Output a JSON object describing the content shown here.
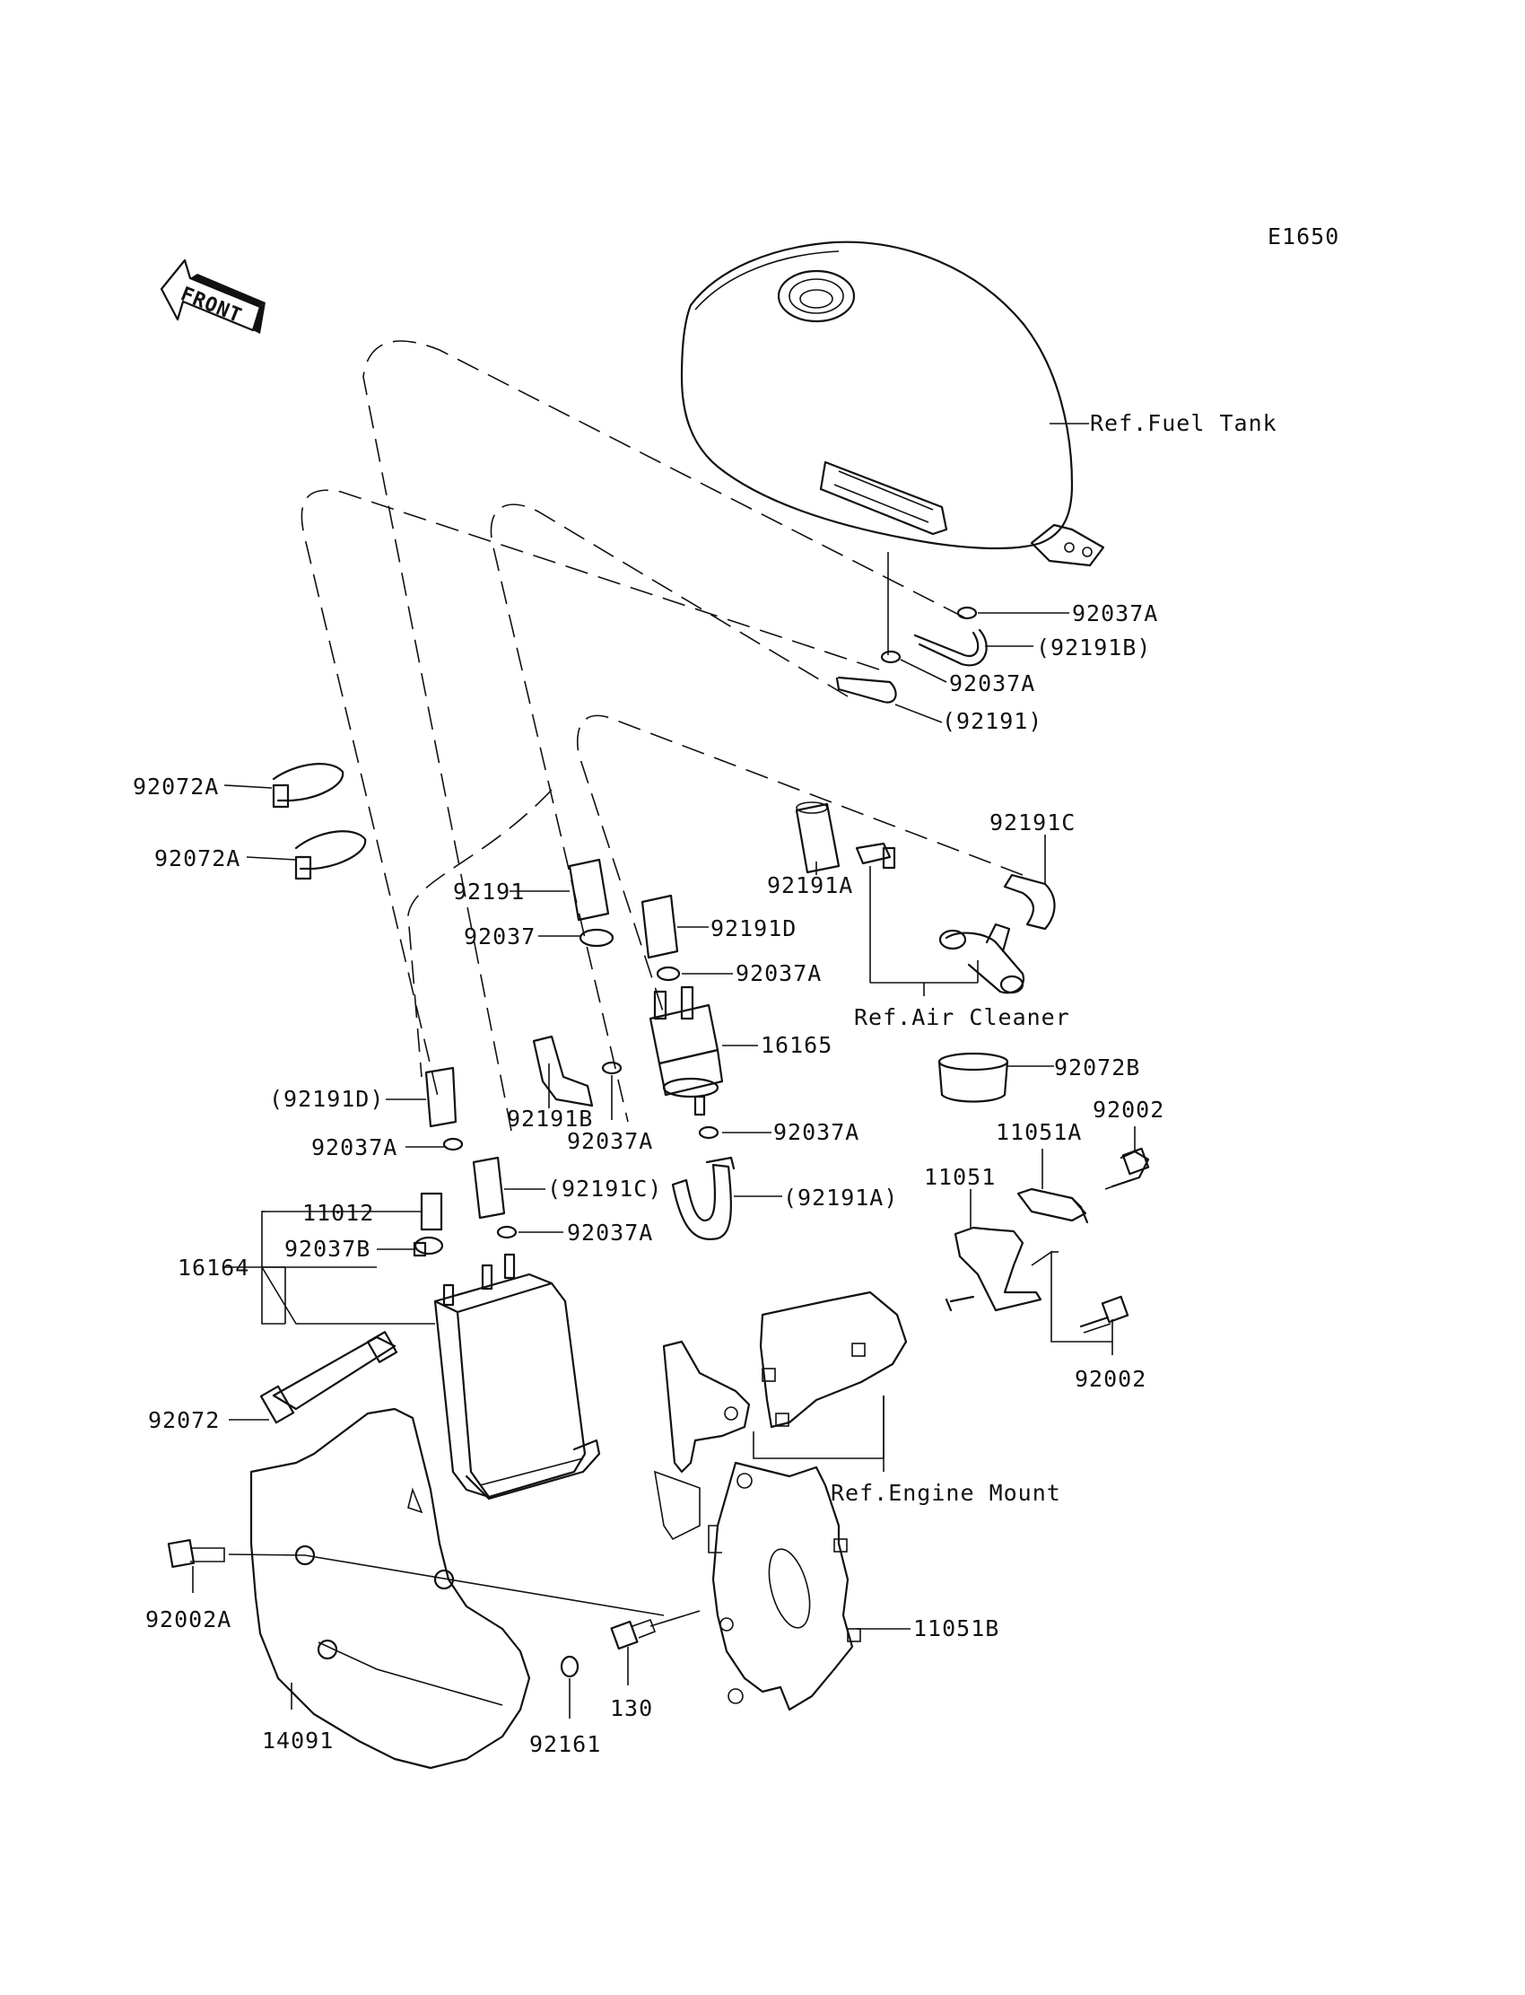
{
  "diagram_code": "E1650",
  "front_label": "FRONT",
  "labels": {
    "ref_fuel_tank": "Ref.Fuel Tank",
    "p92037a_1": "92037A",
    "p92191b_paren": "(92191B)",
    "p92037a_2": "92037A",
    "p92191_paren": "(92191)",
    "p92072a_1": "92072A",
    "p92072a_2": "92072A",
    "p92191c": "92191C",
    "p92191a": "92191A",
    "p92191": "92191",
    "p92191d": "92191D",
    "p92037": "92037",
    "p92037a_3": "92037A",
    "ref_air_cleaner": "Ref.Air Cleaner",
    "p16165": "16165",
    "p92072b": "92072B",
    "p92191d_paren": "(92191D)",
    "p92191b": "92191B",
    "p92037a_4": "92037A",
    "p92037a_5": "92037A",
    "p92002_1": "92002",
    "p11051a": "11051A",
    "p92037a_6": "92037A",
    "p92191c_paren": "(92191C)",
    "p92191a_paren": "(92191A)",
    "p11051": "11051",
    "p11012": "11012",
    "p92037b": "92037B",
    "p92037a_7": "92037A",
    "p16164": "16164",
    "p92002_2": "92002",
    "p92072": "92072",
    "ref_engine_mount": "Ref.Engine Mount",
    "p92002a": "92002A",
    "p11051b": "11051B",
    "p130": "130",
    "p14091": "14091",
    "p92161": "92161"
  }
}
